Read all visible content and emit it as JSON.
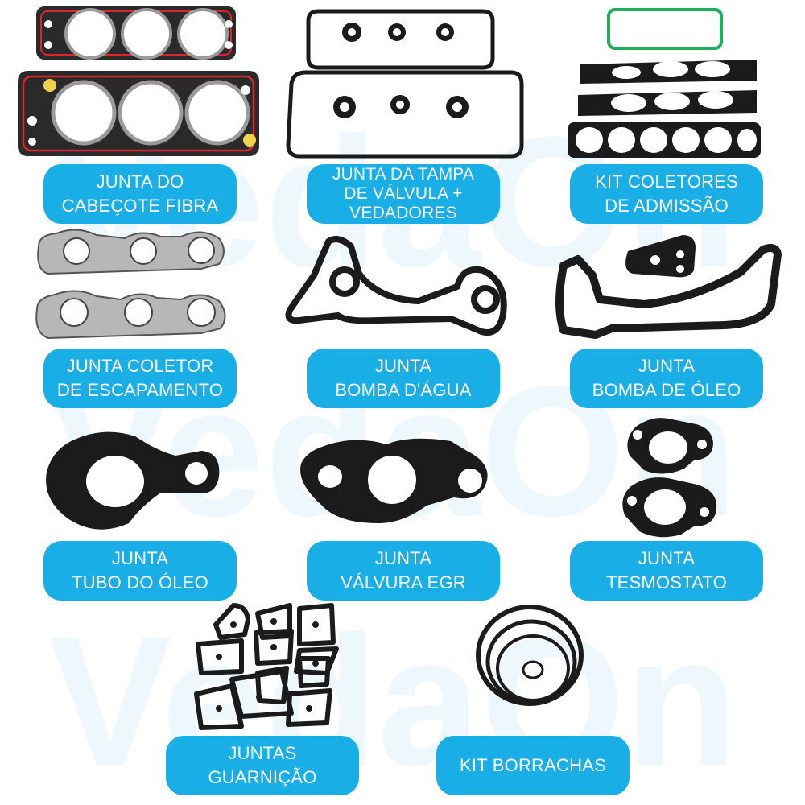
{
  "watermark": {
    "text": "VedaOn",
    "color": "#e8f6fc"
  },
  "colors": {
    "label_bg": "#1aaee6",
    "label_text": "#ffffff",
    "gasket": "#1b1b1b",
    "seal_red": "#d8262c",
    "seal_green": "#1fae5a"
  },
  "products": [
    {
      "id": "cabecote",
      "icon": "cylinder-head-gasket-icon",
      "lines": [
        "JUNTA DO",
        "CABEÇOTE FIBRA"
      ]
    },
    {
      "id": "tampa",
      "icon": "valve-cover-gasket-icon",
      "lines": [
        "JUNTA DA TAMPA",
        "DE VÁLVULA +",
        "VEDADORES"
      ]
    },
    {
      "id": "admissao",
      "icon": "intake-manifold-gasket-icon",
      "lines": [
        "KIT COLETORES",
        "DE ADMISSÃO"
      ]
    },
    {
      "id": "escapamento",
      "icon": "exhaust-manifold-gasket-icon",
      "lines": [
        "JUNTA COLETOR",
        "DE ESCAPAMENTO"
      ]
    },
    {
      "id": "bomba-agua",
      "icon": "water-pump-gasket-icon",
      "lines": [
        "JUNTA",
        "BOMBA D'ÁGUA"
      ]
    },
    {
      "id": "bomba-oleo",
      "icon": "oil-pump-gasket-icon",
      "lines": [
        "JUNTA",
        "BOMBA DE ÓLEO"
      ]
    },
    {
      "id": "tubo-oleo",
      "icon": "oil-tube-gasket-icon",
      "lines": [
        "JUNTA",
        "TUBO DO ÓLEO"
      ]
    },
    {
      "id": "egr",
      "icon": "egr-valve-gasket-icon",
      "lines": [
        "JUNTA",
        "VÁLVURA EGR"
      ]
    },
    {
      "id": "termostato",
      "icon": "thermostat-gasket-icon",
      "lines": [
        "JUNTA",
        "TESMOSTATO"
      ]
    },
    {
      "id": "guarnicao",
      "icon": "assorted-gaskets-icon",
      "lines": [
        "JUNTAS",
        "GUARNIÇÃO"
      ]
    },
    {
      "id": "borrachas",
      "icon": "o-ring-kit-icon",
      "lines": [
        "KIT BORRACHAS"
      ]
    }
  ]
}
